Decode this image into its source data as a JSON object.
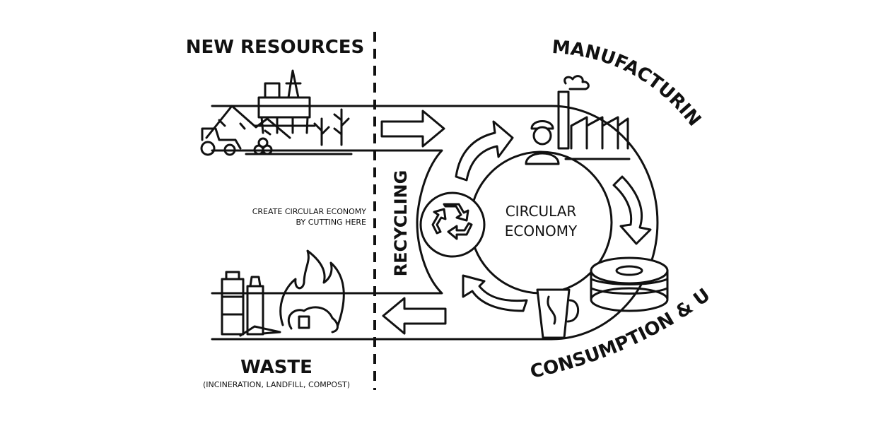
{
  "labels": {
    "new_resources": "NEW RESOURCES",
    "manufacturing": "MANUFACTURING",
    "consumption_use": "CONSUMPTION & USE",
    "recycling": "RECYCLING",
    "center_line1": "CIRCULAR",
    "center_line2": "ECONOMY",
    "cut_note_line1": "CREATE CIRCULAR ECONOMY",
    "cut_note_line2": "BY CUTTING HERE",
    "waste": "WASTE",
    "waste_sub": "(INCINERATION, LANDFILL, COMPOST)"
  },
  "icons": [
    "mining-icon",
    "oil-rig-icon",
    "tractor-icon",
    "logs-icon",
    "plants-icon",
    "factory-icon",
    "worker-icon",
    "cable-spool-icon",
    "coffee-cup-icon",
    "recycle-icon",
    "fire-icon",
    "bottles-icon"
  ],
  "colors": {
    "ink": "#111111",
    "background": "#ffffff"
  }
}
